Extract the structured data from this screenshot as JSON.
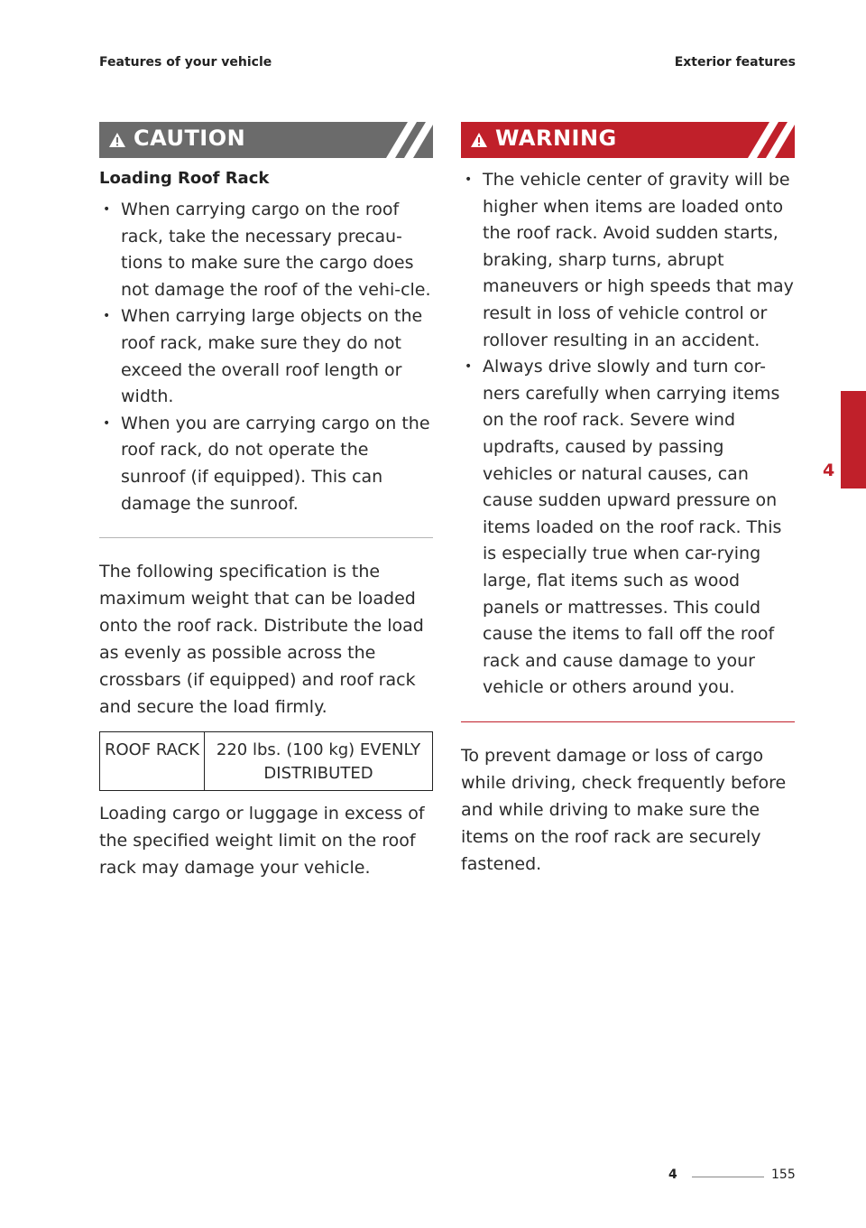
{
  "header": {
    "left": "Features of your vehicle",
    "right": "Exterior features"
  },
  "colors": {
    "caution_banner": "#6b6b6b",
    "warning_banner": "#c0202a",
    "accent": "#c0202a"
  },
  "left_column": {
    "caution": {
      "icon": "warning-triangle-icon",
      "label": "CAUTION",
      "title": "Loading Roof Rack",
      "bullets": [
        "When carrying cargo on the roof rack, take the necessary precau-tions to make sure the cargo does not damage the roof of the vehi-cle.",
        "When carrying large objects on the roof rack, make sure they do not exceed the overall roof length or width.",
        "When you are carrying cargo on the roof rack, do not operate the sunroof (if equipped). This can damage the sunroof."
      ]
    },
    "paragraph1": "The following specification is the maximum weight that can be loaded onto the roof rack. Distribute the load as evenly as possible across the crossbars (if equipped) and roof rack and secure the load firmly.",
    "spec_table": {
      "label": "ROOF RACK",
      "value": "220 lbs. (100 kg) EVENLY DISTRIBUTED"
    },
    "paragraph2": "Loading cargo or luggage in excess of the specified weight limit on the roof rack may damage your vehicle."
  },
  "right_column": {
    "warning": {
      "icon": "warning-triangle-icon",
      "label": "WARNING",
      "bullets": [
        "The vehicle center of gravity will be higher when items are loaded onto the roof rack. Avoid sudden starts, braking, sharp turns, abrupt maneuvers or high speeds that may result in loss of vehicle control or rollover resulting in an accident.",
        "Always drive slowly and turn cor-ners carefully when carrying items on the roof rack. Severe wind updrafts, caused by passing vehicles or natural causes, can cause sudden upward pressure on items loaded on the roof rack. This is especially true when car-rying large, flat items such as wood panels or mattresses. This could cause the items to fall off the roof rack and cause damage to your vehicle or others around you."
      ]
    },
    "paragraph": "To prevent damage or loss of cargo while driving, check frequently before and while driving to make sure the items on the roof rack are securely fastened."
  },
  "side_tab": {
    "number": "4"
  },
  "footer": {
    "section": "4",
    "page": "155"
  }
}
